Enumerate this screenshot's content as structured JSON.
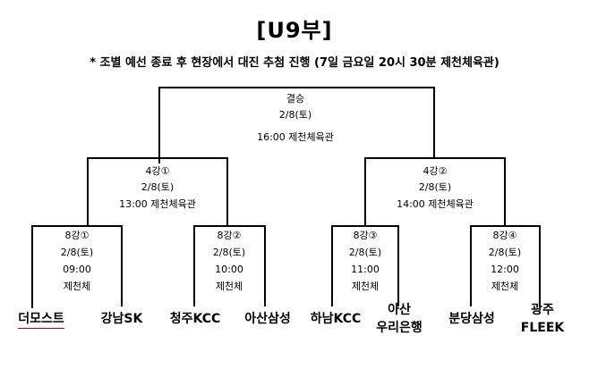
{
  "header": {
    "title": "[U9부]",
    "notice": "* 조별 예선 종료 후 현장에서 대진 추첨 진행 (7일 금요일 20시 30분 제천체육관)"
  },
  "final": {
    "name": "결승",
    "date": "2/8(토)",
    "time_venue": "16:00 제천체육관"
  },
  "semis": [
    {
      "name": "4강①",
      "date": "2/8(토)",
      "time_venue": "13:00 제천체육관"
    },
    {
      "name": "4강②",
      "date": "2/8(토)",
      "time_venue": "14:00 제천체육관"
    }
  ],
  "quarters": [
    {
      "name": "8강①",
      "date": "2/8(토)",
      "time": "09:00",
      "venue": "제천체"
    },
    {
      "name": "8강②",
      "date": "2/8(토)",
      "time": "10:00",
      "venue": "제천체"
    },
    {
      "name": "8강③",
      "date": "2/8(토)",
      "time": "11:00",
      "venue": "제천체"
    },
    {
      "name": "8강④",
      "date": "2/8(토)",
      "time": "12:00",
      "venue": "제천체"
    }
  ],
  "teams": [
    {
      "line1": "더모스트"
    },
    {
      "line1": "강남SK"
    },
    {
      "line1": "청주KCC"
    },
    {
      "line1": "아산삼성"
    },
    {
      "line1": "하남KCC"
    },
    {
      "line1": "아산",
      "line2": "우리은행"
    },
    {
      "line1": "분당삼성"
    },
    {
      "line1": "광주",
      "line2": "FLEEK"
    }
  ]
}
